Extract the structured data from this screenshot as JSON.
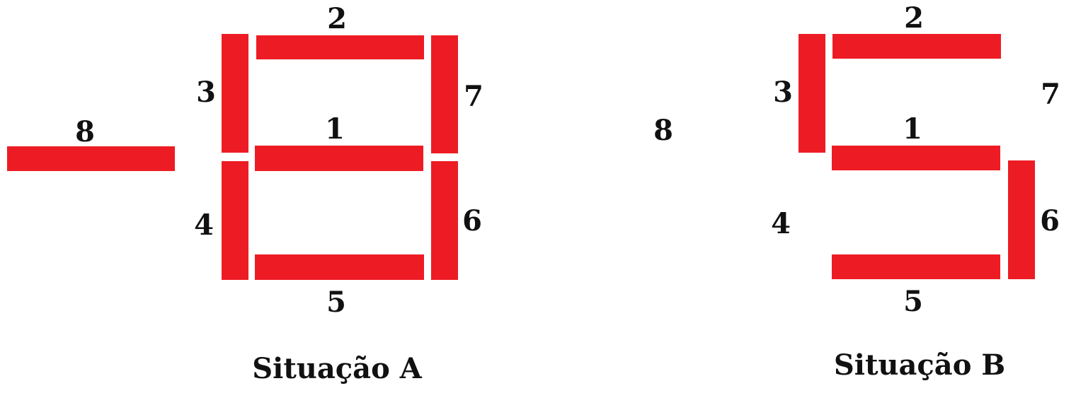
{
  "colors": {
    "segment": "#ed1c24",
    "text": "#111111",
    "background": "#ffffff"
  },
  "situations": [
    {
      "caption": "Situação A",
      "segments": [
        {
          "id": "1",
          "label": "1",
          "present": true
        },
        {
          "id": "2",
          "label": "2",
          "present": true
        },
        {
          "id": "3",
          "label": "3",
          "present": true
        },
        {
          "id": "4",
          "label": "4",
          "present": true
        },
        {
          "id": "5",
          "label": "5",
          "present": true
        },
        {
          "id": "6",
          "label": "6",
          "present": true
        },
        {
          "id": "7",
          "label": "7",
          "present": true
        },
        {
          "id": "8",
          "label": "8",
          "present": true
        }
      ]
    },
    {
      "caption": "Situação B",
      "segments": [
        {
          "id": "1",
          "label": "1",
          "present": true
        },
        {
          "id": "2",
          "label": "2",
          "present": true
        },
        {
          "id": "3",
          "label": "3",
          "present": true
        },
        {
          "id": "4",
          "label": "4",
          "present": false
        },
        {
          "id": "5",
          "label": "5",
          "present": true
        },
        {
          "id": "6",
          "label": "6",
          "present": true
        },
        {
          "id": "7",
          "label": "7",
          "present": false
        },
        {
          "id": "8",
          "label": "8",
          "present": false
        }
      ]
    }
  ]
}
